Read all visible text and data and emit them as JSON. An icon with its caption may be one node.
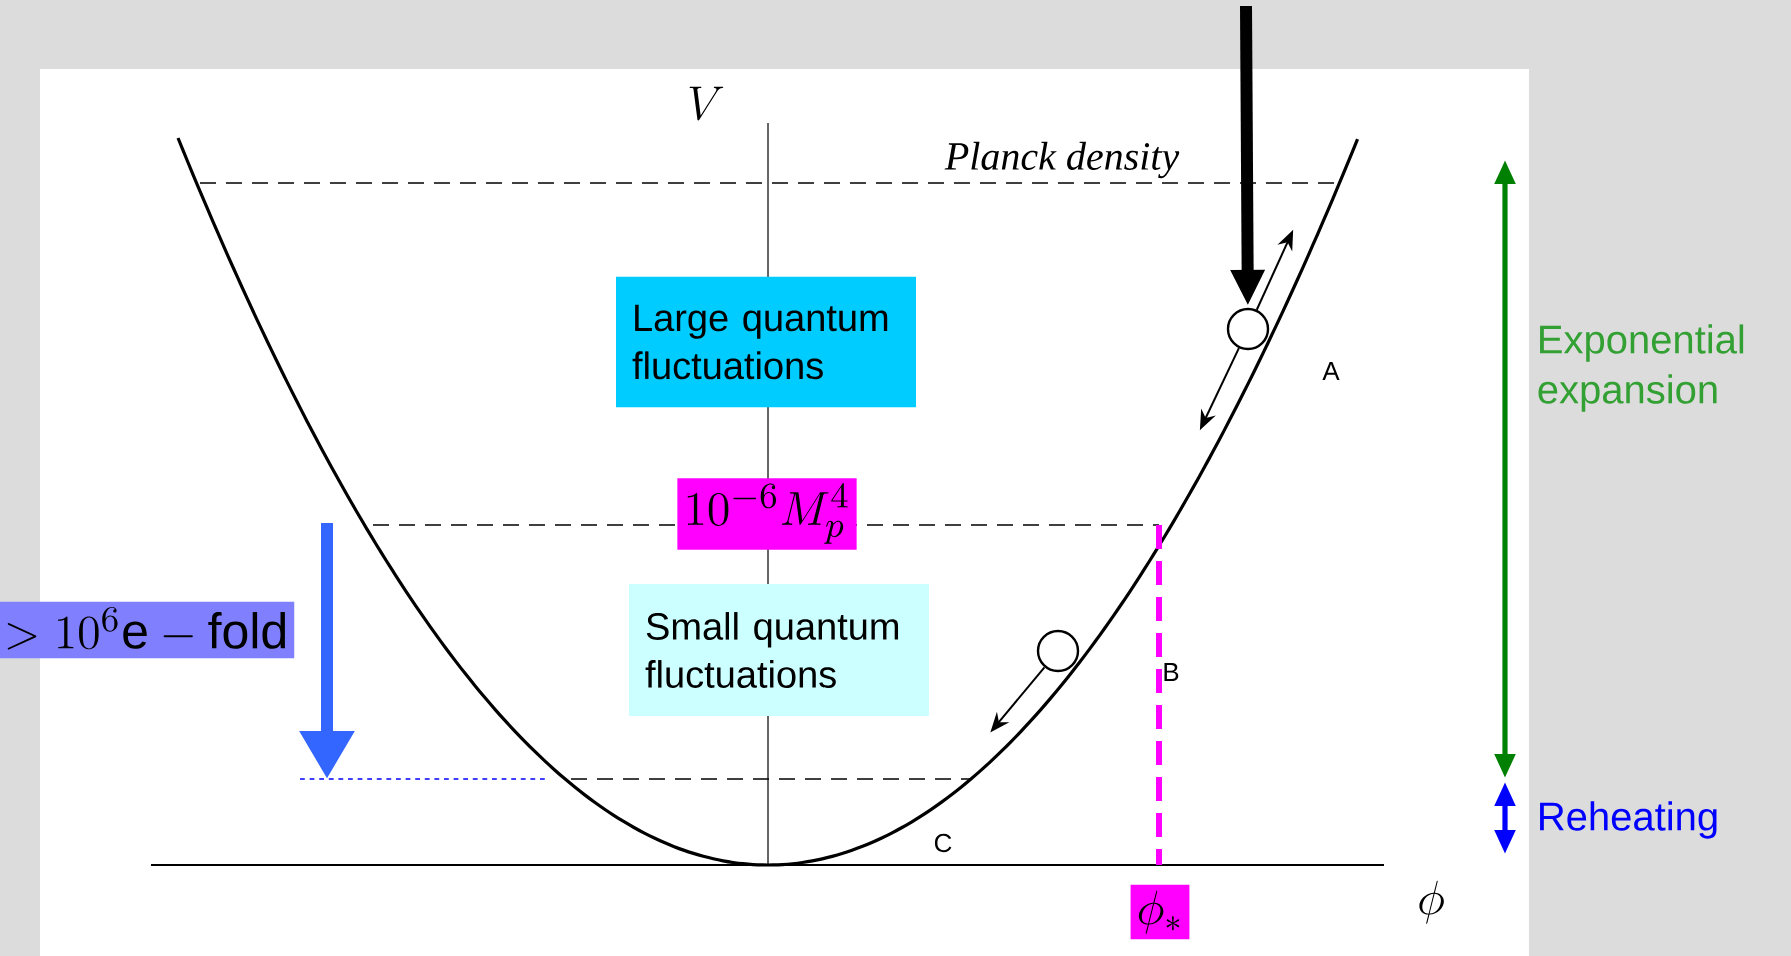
{
  "diagram": {
    "nodes": [
      {
        "text": [
          "Large quantum fluctuations"
        ]
      },
      {
        "text": [],
        "shape": "circle"
      },
      {
        "text": [
          "10^{-6}M_p^4"
        ]
      },
      {
        "text": [
          "> 10^6\\mathrm{e}-\\mathrm{fold}"
        ]
      },
      {
        "text": [
          "Small quantum fluctuations"
        ]
      },
      {
        "text": [],
        "shape": "circle"
      },
      {
        "text": [
          "\\phi_*"
        ]
      }
    ],
    "edges": [
      {
        "from": null,
        "to": 1,
        "arrow": "to",
        "style": "thick"
      },
      {
        "from": 1,
        "to": null,
        "arrow": "to"
      },
      {
        "from": 1,
        "to": null,
        "arrow": "to"
      },
      {
        "from": 5,
        "to": null,
        "arrow": "to"
      }
    ],
    "labels": [
      "V",
      "Planck density",
      "A",
      "Exponential expansion",
      "B",
      "Reheating",
      "C",
      "\\phi"
    ]
  }
}
